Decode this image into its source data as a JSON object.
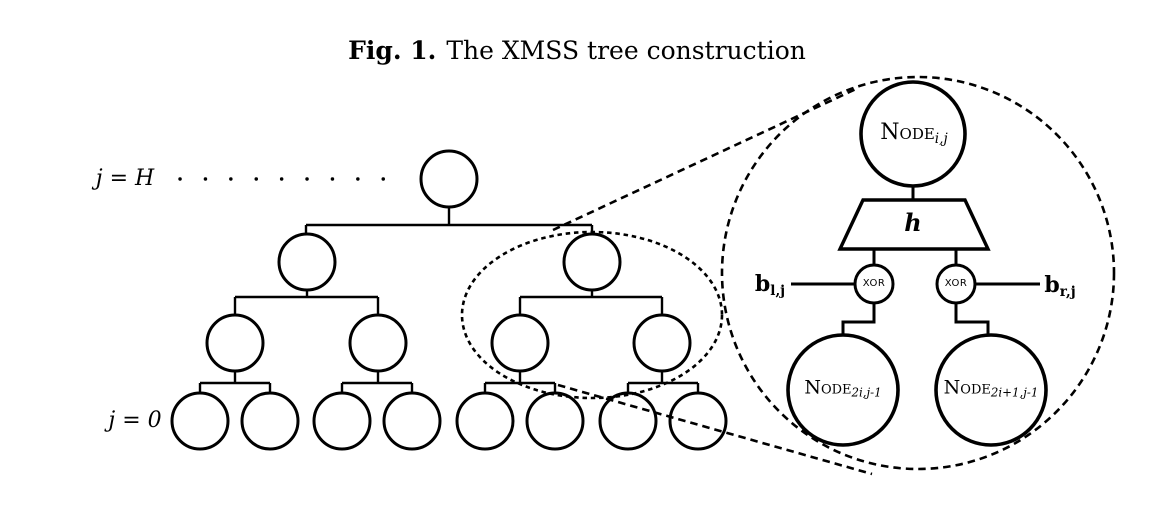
{
  "caption": {
    "label": "Fig. 1.",
    "text": "The XMSS tree construction"
  },
  "tree": {
    "top_level_label": "j = H",
    "bottom_level_label": "j = 0",
    "levels_drawn": 4,
    "leaf_count": 8
  },
  "detail": {
    "parent_node": {
      "name": "Node",
      "sub": "i,j"
    },
    "hash_label": "h",
    "xor_left": "XOR",
    "xor_right": "XOR",
    "bitmask_left": {
      "name": "b",
      "sub": "l,j"
    },
    "bitmask_right": {
      "name": "b",
      "sub": "r,j"
    },
    "child_left": {
      "name": "Node",
      "sub": "2i,j-1"
    },
    "child_right": {
      "name": "Node",
      "sub": "2i+1,j-1"
    }
  },
  "colors": {
    "ink": "#000000",
    "background": "#ffffff"
  }
}
